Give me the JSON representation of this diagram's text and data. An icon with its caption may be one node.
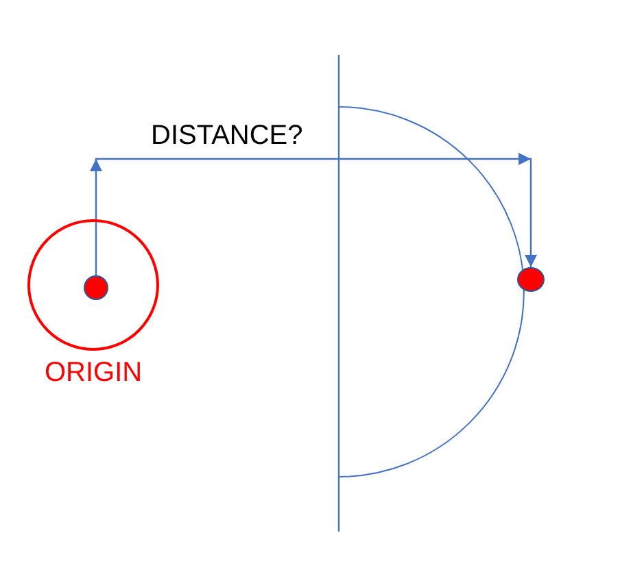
{
  "diagram": {
    "nodes": [
      {
        "text": [],
        "shape": "circle",
        "beside": [
          "ORIGIN"
        ]
      },
      {
        "text": [],
        "shape": "circle",
        "in": 0
      },
      {
        "text": [],
        "shape": "circle"
      }
    ],
    "edges": [
      {
        "from": 1,
        "to": 2,
        "arrow": "to",
        "label": "DISTANCE?"
      }
    ]
  }
}
